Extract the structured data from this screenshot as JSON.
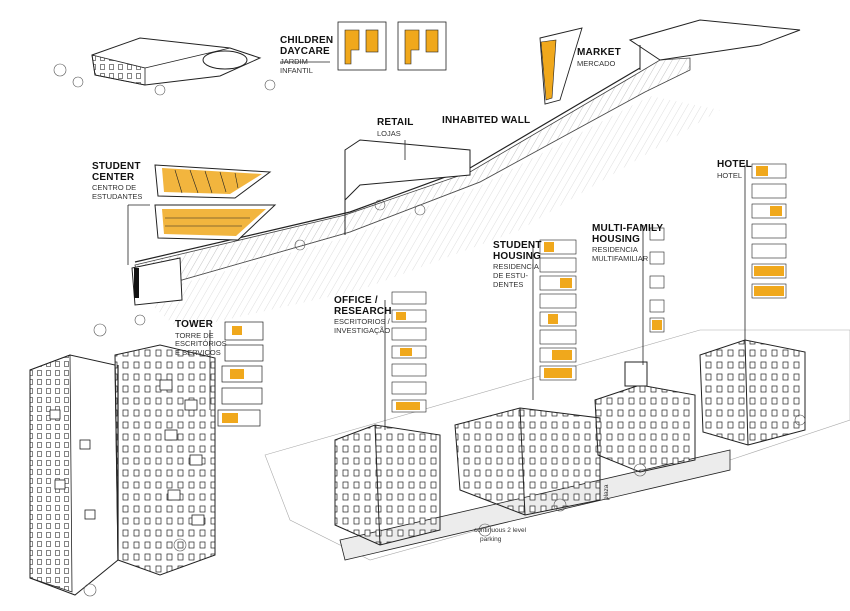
{
  "labels": {
    "children_daycare": {
      "title_line1": "CHILDREN",
      "title_line2": "DAYCARE",
      "sub_line1": "JARDIM",
      "sub_line2": "INFANTIL"
    },
    "market": {
      "title": "MARKET",
      "sub": "MERCADO"
    },
    "retail": {
      "title": "RETAIL",
      "sub": "LOJAS"
    },
    "inhabited_wall": {
      "title": "INHABITED WALL"
    },
    "student_center": {
      "title_line1": "STUDENT",
      "title_line2": "CENTER",
      "sub_line1": "CENTRO DE",
      "sub_line2": "ESTUDANTES"
    },
    "hotel": {
      "title": "HOTEL",
      "sub": "HOTEL"
    },
    "multi_family": {
      "title_line1": "MULTI-FAMILY",
      "title_line2": "HOUSING",
      "sub_line1": "RESIDENCIA",
      "sub_line2": "MULTIFAMILIAR"
    },
    "student_housing": {
      "title_line1": "STUDENT",
      "title_line2": "HOUSING",
      "sub_line1": "RESIDENCIA",
      "sub_line2": "DE ESTU-",
      "sub_line3": "DENTES"
    },
    "office": {
      "title_line1": "OFFICE /",
      "title_line2": "RESEARCH",
      "sub_line1": "ESCRITORIOS /",
      "sub_line2": "INVESTIGAÇÃO"
    },
    "tower": {
      "title": "TOWER",
      "sub_line1": "TORRE DE",
      "sub_line2": "ESCRITÓRIOS",
      "sub_line3": "E SERVIÇOS"
    }
  },
  "notes": {
    "parking_line1": "continuous 2 level",
    "parking_line2": "parking",
    "plaza": "plaza"
  },
  "colors": {
    "accent_orange": "#f0a81c",
    "line": "#222222",
    "light_line": "#888888",
    "ground": "#cfcfcf"
  }
}
